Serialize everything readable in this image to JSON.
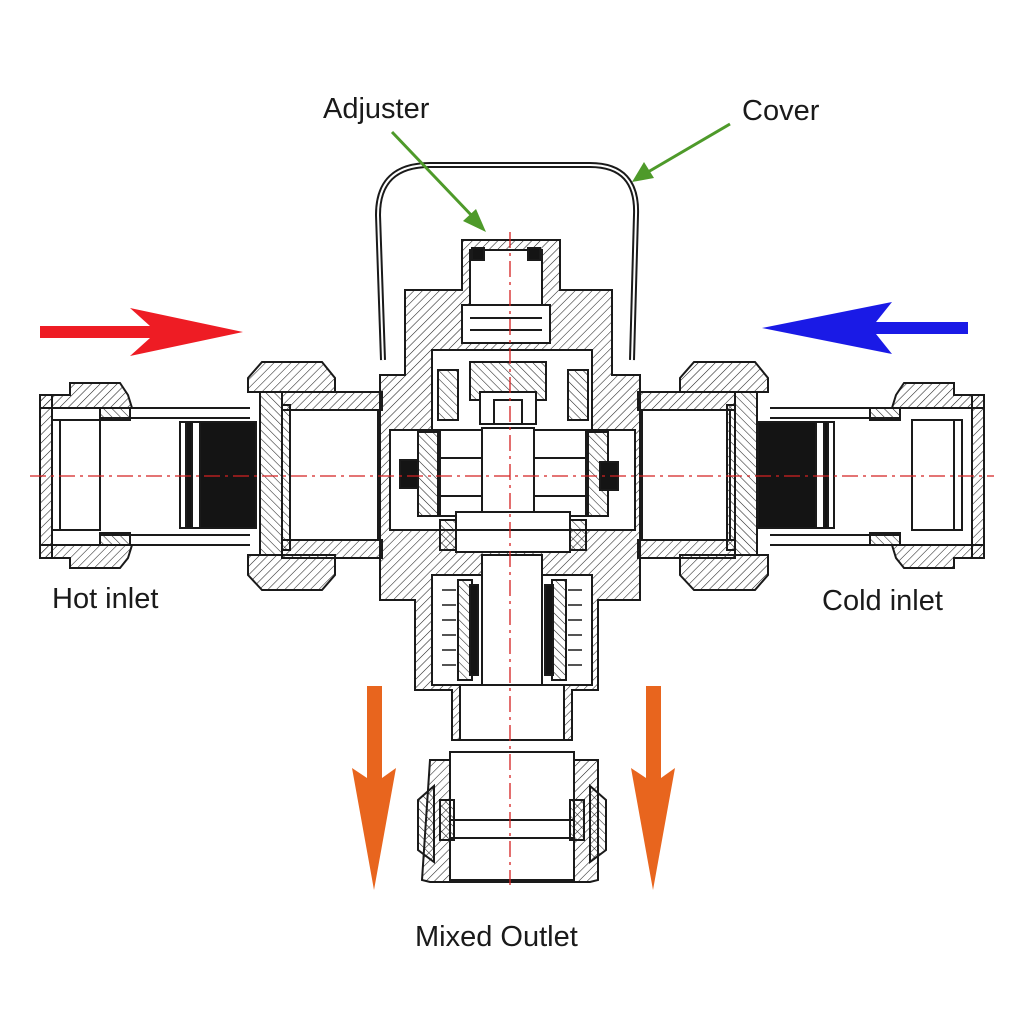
{
  "labels": {
    "adjuster": "Adjuster",
    "cover": "Cover",
    "hot_inlet": "Hot inlet",
    "cold_inlet": "Cold inlet",
    "mixed_outlet": "Mixed Outlet"
  },
  "colors": {
    "hot_arrow": "#ee1c24",
    "cold_arrow": "#1a1ae6",
    "outlet_arrow": "#e8651e",
    "pointer_arrow": "#4e9a2a",
    "centerline": "#d42020",
    "line": "#1a1a1a",
    "seal": "#141414"
  },
  "icons": {
    "hot_flow": "arrow-right-icon",
    "cold_flow": "arrow-left-icon",
    "outlet_flow": "arrow-down-icon",
    "pointer": "pointer-arrow-icon"
  }
}
